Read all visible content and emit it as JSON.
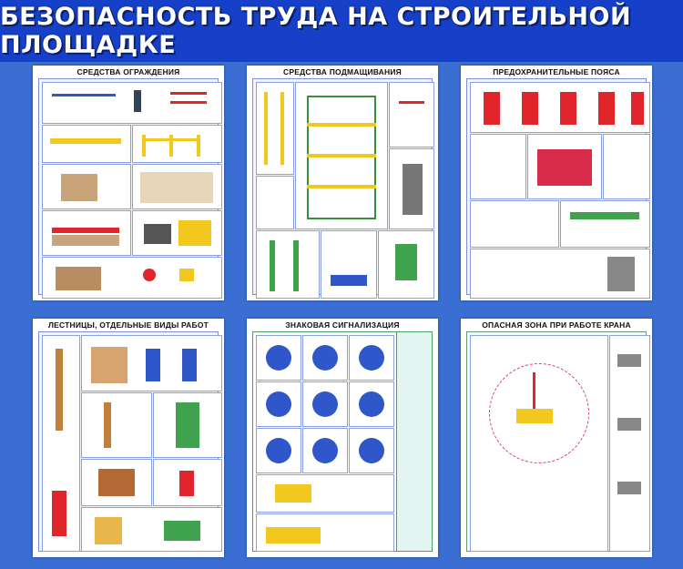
{
  "banner": {
    "title": "БЕЗОПАСНОСТЬ ТРУДА НА СТРОИТЕЛЬНОЙ ПЛОЩАДКЕ"
  },
  "boards": [
    {
      "title": "СРЕДСТВА ОГРАЖДЕНИЯ"
    },
    {
      "title": "СРЕДСТВА ПОДМАЩИВАНИЯ"
    },
    {
      "title": "ПРЕДОХРАНИТЕЛЬНЫЕ ПОЯСА"
    },
    {
      "title": "ЛЕСТНИЦЫ, ОТДЕЛЬНЫЕ ВИДЫ РАБОТ"
    },
    {
      "title": "ЗНАКОВАЯ СИГНАЛИЗАЦИЯ"
    },
    {
      "title": "ОПАСНАЯ ЗОНА ПРИ РАБОТЕ КРАНА"
    }
  ],
  "colors": {
    "banner": "#1640c8",
    "background": "#3a6ed2",
    "accent_red": "#e1262b",
    "accent_yellow": "#f2c81e"
  }
}
